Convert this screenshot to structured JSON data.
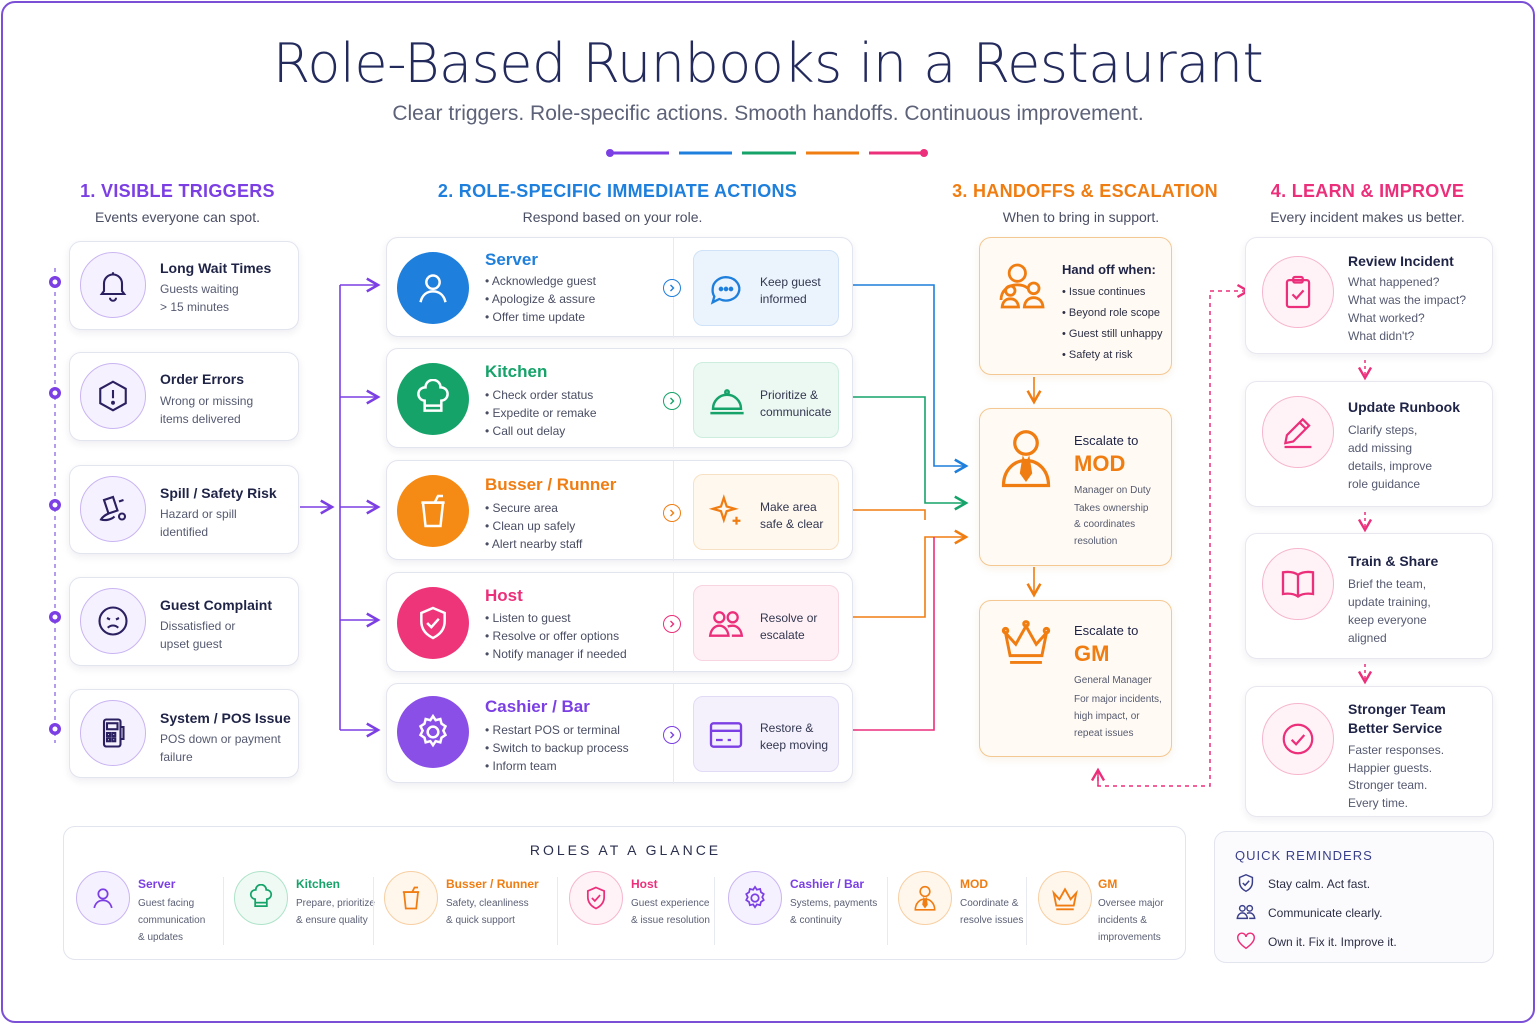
{
  "title": "Role-Based Runbooks in a Restaurant",
  "subtitle": "Clear triggers. Role-specific actions. Smooth handoffs. Continuous improvement.",
  "colors": {
    "purple": "#7b3fe4",
    "blue": "#1e7fdc",
    "green": "#16a36a",
    "orange": "#f07d12",
    "pink": "#ec2f7a",
    "navy": "#232a5c"
  },
  "sections": [
    {
      "heading": "1. VISIBLE TRIGGERS",
      "sub": "Events everyone can spot."
    },
    {
      "heading": "2. ROLE-SPECIFIC IMMEDIATE ACTIONS",
      "sub": "Respond based on your role."
    },
    {
      "heading": "3. HANDOFFS & ESCALATION",
      "sub": "When to bring in support."
    },
    {
      "heading": "4. LEARN & IMPROVE",
      "sub": "Every incident makes us better."
    }
  ],
  "triggers": [
    {
      "name": "Long Wait Times",
      "desc1": "Guests waiting",
      "desc2": "> 15 minutes",
      "icon": "bell-icon"
    },
    {
      "name": "Order Errors",
      "desc1": "Wrong or missing",
      "desc2": "items delivered",
      "icon": "alert-icon"
    },
    {
      "name": "Spill / Safety Risk",
      "desc1": "Hazard or spill",
      "desc2": "identified",
      "icon": "spill-icon"
    },
    {
      "name": "Guest Complaint",
      "desc1": "Dissatisfied or",
      "desc2": "upset guest",
      "icon": "upset-face-icon"
    },
    {
      "name": "System / POS Issue",
      "desc1": "POS down or payment",
      "desc2": "failure",
      "icon": "pos-terminal-icon"
    }
  ],
  "roles": [
    {
      "name": "Server",
      "steps": [
        "Acknowledge guest",
        "Apologize & assure",
        "Offer time update"
      ],
      "action1": "Keep guest",
      "action2": "informed",
      "icon": "person-icon",
      "action_icon": "chat-bubble-icon"
    },
    {
      "name": "Kitchen",
      "steps": [
        "Check order status",
        "Expedite or remake",
        "Call out delay"
      ],
      "action1": "Prioritize &",
      "action2": "communicate",
      "icon": "chef-hat-icon",
      "action_icon": "cloche-icon"
    },
    {
      "name": "Busser / Runner",
      "steps": [
        "Secure area",
        "Clean up safely",
        "Alert nearby staff"
      ],
      "action1": "Make area",
      "action2": "safe & clear",
      "icon": "cup-icon",
      "action_icon": "sparkle-icon"
    },
    {
      "name": "Host",
      "steps": [
        "Listen to guest",
        "Resolve or offer options",
        "Notify manager if needed"
      ],
      "action1": "Resolve or",
      "action2": "escalate",
      "icon": "shield-check-icon",
      "action_icon": "people-icon"
    },
    {
      "name": "Cashier / Bar",
      "steps": [
        "Restart POS or terminal",
        "Switch to backup process",
        "Inform team"
      ],
      "action1": "Restore &",
      "action2": "keep moving",
      "icon": "gear-icon",
      "action_icon": "card-icon"
    }
  ],
  "handoff": {
    "title": "Hand off when:",
    "items": [
      "Issue continues",
      "Beyond role scope",
      "Guest still unhappy",
      "Safety at risk"
    ]
  },
  "mod": {
    "label": "Escalate to",
    "name": "MOD",
    "full": "Manager on Duty",
    "desc": [
      "Takes ownership",
      "& coordinates",
      "resolution"
    ]
  },
  "gm": {
    "label": "Escalate to",
    "name": "GM",
    "full": "General Manager",
    "desc": [
      "For major incidents,",
      "high impact, or",
      "repeat issues"
    ]
  },
  "learn": [
    {
      "name": "Review Incident",
      "lines": [
        "What happened?",
        "What was the impact?",
        "What worked?",
        "What didn't?"
      ],
      "icon": "clipboard-check-icon"
    },
    {
      "name": "Update Runbook",
      "lines": [
        "Clarify steps,",
        "add missing",
        "details, improve",
        "role guidance"
      ],
      "icon": "pencil-icon"
    },
    {
      "name": "Train & Share",
      "lines": [
        "Brief the team,",
        "update training,",
        "keep everyone",
        "aligned"
      ],
      "icon": "open-book-icon"
    },
    {
      "name": "Stronger Team",
      "name2": "Better Service",
      "lines": [
        "Faster responses.",
        "Happier guests.",
        "Stronger team.",
        "Every time."
      ],
      "icon": "circle-check-icon"
    }
  ],
  "glance": {
    "title": "ROLES AT A GLANCE",
    "items": [
      {
        "name": "Server",
        "desc": [
          "Guest facing",
          "communication",
          "& updates"
        ]
      },
      {
        "name": "Kitchen",
        "desc": [
          "Prepare, prioritize",
          "& ensure quality"
        ]
      },
      {
        "name": "Busser / Runner",
        "desc": [
          "Safety, cleanliness",
          "& quick support"
        ]
      },
      {
        "name": "Host",
        "desc": [
          "Guest experience",
          "& issue resolution"
        ]
      },
      {
        "name": "Cashier / Bar",
        "desc": [
          "Systems, payments",
          "& continuity"
        ]
      },
      {
        "name": "MOD",
        "desc": [
          "Coordinate &",
          "resolve issues"
        ]
      },
      {
        "name": "GM",
        "desc": [
          "Oversee major",
          "incidents &",
          "improvements"
        ]
      }
    ]
  },
  "reminders": {
    "title": "QUICK REMINDERS",
    "items": [
      "Stay calm. Act fast.",
      "Communicate clearly.",
      "Own it. Fix it. Improve it."
    ]
  }
}
